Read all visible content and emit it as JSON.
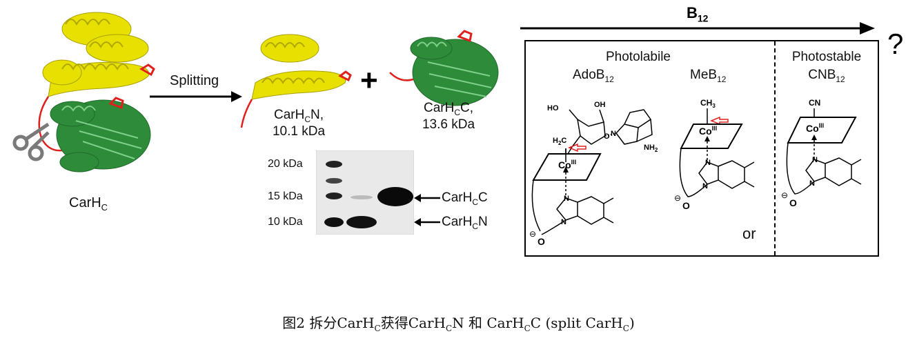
{
  "protein": {
    "full_label_main": "CarH",
    "full_label_sub": "C",
    "split_label": "Splitting",
    "n_fragment": {
      "label_main": "CarH",
      "label_sub": "C",
      "label_tail": "N,",
      "mass": "10.1 kDa"
    },
    "c_fragment": {
      "label_main": "CarH",
      "label_sub": "C",
      "label_tail": "C,",
      "mass": "13.6 kDa"
    },
    "plus": "+"
  },
  "gel": {
    "ladder": [
      "20 kDa",
      "15 kDa",
      "10 kDa"
    ],
    "band_labels": [
      {
        "main": "CarH",
        "sub": "C",
        "tail": "C"
      },
      {
        "main": "CarH",
        "sub": "C",
        "tail": "N"
      }
    ]
  },
  "b12_panel": {
    "arrow_label_main": "B",
    "arrow_label_sub": "12",
    "question": "?",
    "photolabile": "Photolabile",
    "photostable": "Photostable",
    "ado_main": "AdoB",
    "ado_sub": "12",
    "me_main": "MeB",
    "me_sub": "12",
    "cn_main": "CNB",
    "cn_sub": "12",
    "or": "or",
    "co_main": "Co",
    "co_sup": "III",
    "ch3": "CH",
    "ch3_sub": "3",
    "cn": "CN",
    "oh1": "HO",
    "oh2": "OH",
    "h2c": "H",
    "h2c_sub": "2",
    "h2c_tail": "C",
    "nh2": "NH",
    "nh2_sub": "2",
    "n": "N",
    "o": "O",
    "minus": "⊖"
  },
  "caption": {
    "prefix": "图2 拆分CarH",
    "sub1": "C",
    "mid1": "获得CarH",
    "sub2": "C",
    "mid2": "N 和 CarH",
    "sub3": "C",
    "mid3": "C (split CarH",
    "sub4": "C",
    "end": ")"
  },
  "colors": {
    "helix_yellow": "#e8e000",
    "sheet_green": "#2e8b3a",
    "linker_red": "#e0201c",
    "scissors": "#7a7a7a"
  }
}
